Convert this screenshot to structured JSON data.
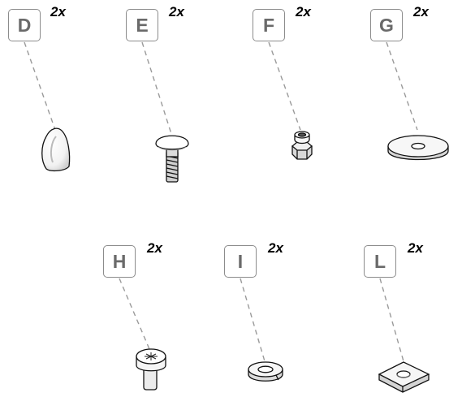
{
  "parts": [
    {
      "id": "D",
      "quantity": "2x",
      "icon": "cap-nut-cover-icon"
    },
    {
      "id": "E",
      "quantity": "2x",
      "icon": "carriage-bolt-icon"
    },
    {
      "id": "F",
      "quantity": "2x",
      "icon": "lock-nut-icon"
    },
    {
      "id": "G",
      "quantity": "2x",
      "icon": "flat-washer-icon"
    },
    {
      "id": "H",
      "quantity": "2x",
      "icon": "pozi-screw-icon"
    },
    {
      "id": "I",
      "quantity": "2x",
      "icon": "split-washer-icon"
    },
    {
      "id": "L",
      "quantity": "2x",
      "icon": "square-washer-icon"
    }
  ],
  "colors": {
    "label_border": "#8c8c8c",
    "label_text": "#6a6a6a",
    "leader_line": "#9a9a9a"
  }
}
